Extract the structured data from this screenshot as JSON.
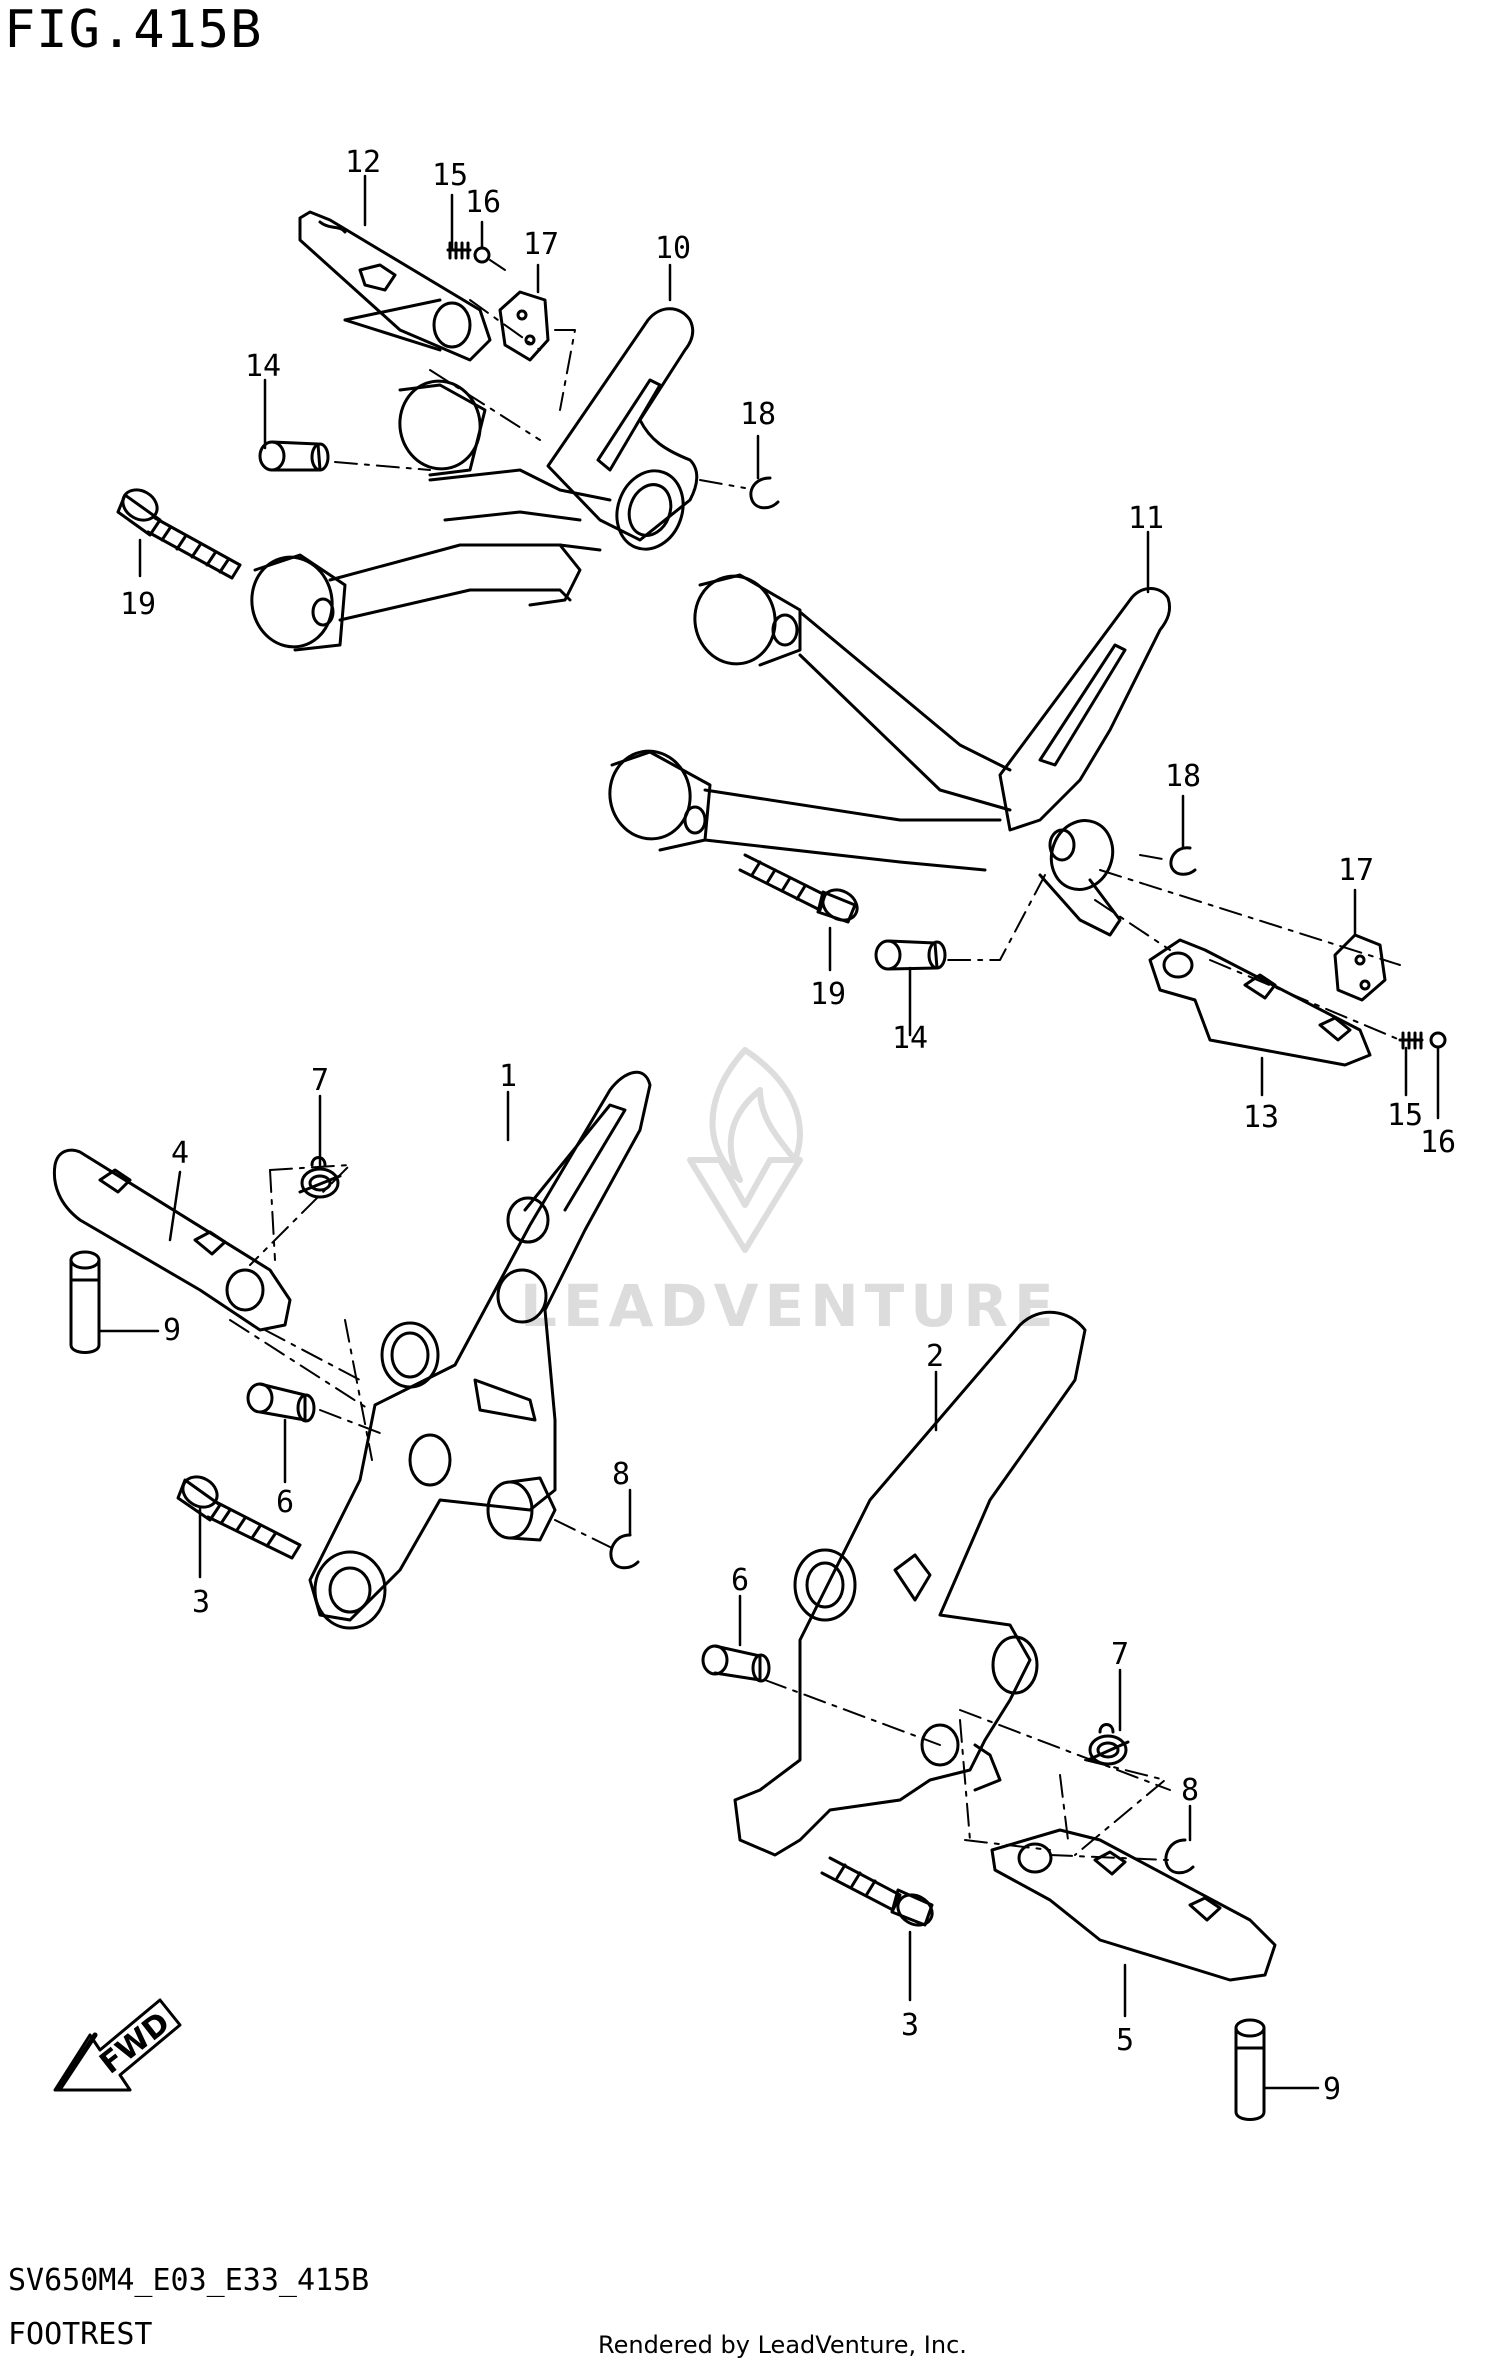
{
  "figure": {
    "title": "FIG.415B",
    "code": "SV650M4_E03_E33_415B",
    "caption": "FOOTREST",
    "rendered_by": "Rendered by LeadVenture, Inc.",
    "watermark": "LEADVENTURE",
    "fwd_label": "FWD"
  },
  "callouts": [
    {
      "id": "c12",
      "label": "12"
    },
    {
      "id": "c15a",
      "label": "15"
    },
    {
      "id": "c16a",
      "label": "16"
    },
    {
      "id": "c17a",
      "label": "17"
    },
    {
      "id": "c10",
      "label": "10"
    },
    {
      "id": "c14a",
      "label": "14"
    },
    {
      "id": "c18a",
      "label": "18"
    },
    {
      "id": "c19a",
      "label": "19"
    },
    {
      "id": "c11",
      "label": "11"
    },
    {
      "id": "c18b",
      "label": "18"
    },
    {
      "id": "c17b",
      "label": "17"
    },
    {
      "id": "c19b",
      "label": "19"
    },
    {
      "id": "c14b",
      "label": "14"
    },
    {
      "id": "c13",
      "label": "13"
    },
    {
      "id": "c15b",
      "label": "15"
    },
    {
      "id": "c16b",
      "label": "16"
    },
    {
      "id": "c7a",
      "label": "7"
    },
    {
      "id": "c1",
      "label": "1"
    },
    {
      "id": "c4",
      "label": "4"
    },
    {
      "id": "c9a",
      "label": "9"
    },
    {
      "id": "c6a",
      "label": "6"
    },
    {
      "id": "c8a",
      "label": "8"
    },
    {
      "id": "c3a",
      "label": "3"
    },
    {
      "id": "c2",
      "label": "2"
    },
    {
      "id": "c6b",
      "label": "6"
    },
    {
      "id": "c7b",
      "label": "7"
    },
    {
      "id": "c8b",
      "label": "8"
    },
    {
      "id": "c3b",
      "label": "3"
    },
    {
      "id": "c5",
      "label": "5"
    },
    {
      "id": "c9b",
      "label": "9"
    }
  ]
}
